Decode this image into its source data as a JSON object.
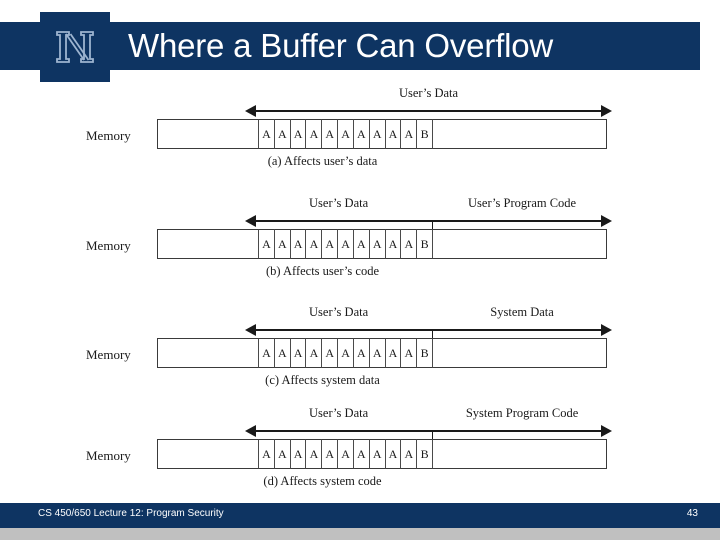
{
  "slide": {
    "title": "Where a Buffer Can Overflow",
    "logo_icon": "unr-block-n-logo",
    "accent_color": "#0e3462",
    "title_color": "#ffffff"
  },
  "figure": {
    "memory_label": "Memory",
    "cell_values": [
      "A",
      "A",
      "A",
      "A",
      "A",
      "A",
      "A",
      "A",
      "A",
      "A",
      "B"
    ],
    "panels": [
      {
        "id": "a",
        "caption": "(a)  Affects user’s data",
        "regions": [
          {
            "label": "User’s Data",
            "start_pct": 0,
            "end_pct": 100
          }
        ],
        "has_divider": false
      },
      {
        "id": "b",
        "caption": "(b)  Affects user’s code",
        "regions": [
          {
            "label": "User’s Data",
            "start_pct": 0,
            "end_pct": 51
          },
          {
            "label": "User’s Program Code",
            "start_pct": 51,
            "end_pct": 100
          }
        ],
        "has_divider": true
      },
      {
        "id": "c",
        "caption": "(c)  Affects system data",
        "regions": [
          {
            "label": "User’s Data",
            "start_pct": 0,
            "end_pct": 51
          },
          {
            "label": "System Data",
            "start_pct": 51,
            "end_pct": 100
          }
        ],
        "has_divider": true
      },
      {
        "id": "d",
        "caption": "(d)  Affects system code",
        "regions": [
          {
            "label": "User’s Data",
            "start_pct": 0,
            "end_pct": 51
          },
          {
            "label": "System Program Code",
            "start_pct": 51,
            "end_pct": 100
          }
        ],
        "has_divider": true
      }
    ]
  },
  "footer": {
    "text": "CS 450/650 Lecture 12: Program Security",
    "page_number": "43"
  }
}
